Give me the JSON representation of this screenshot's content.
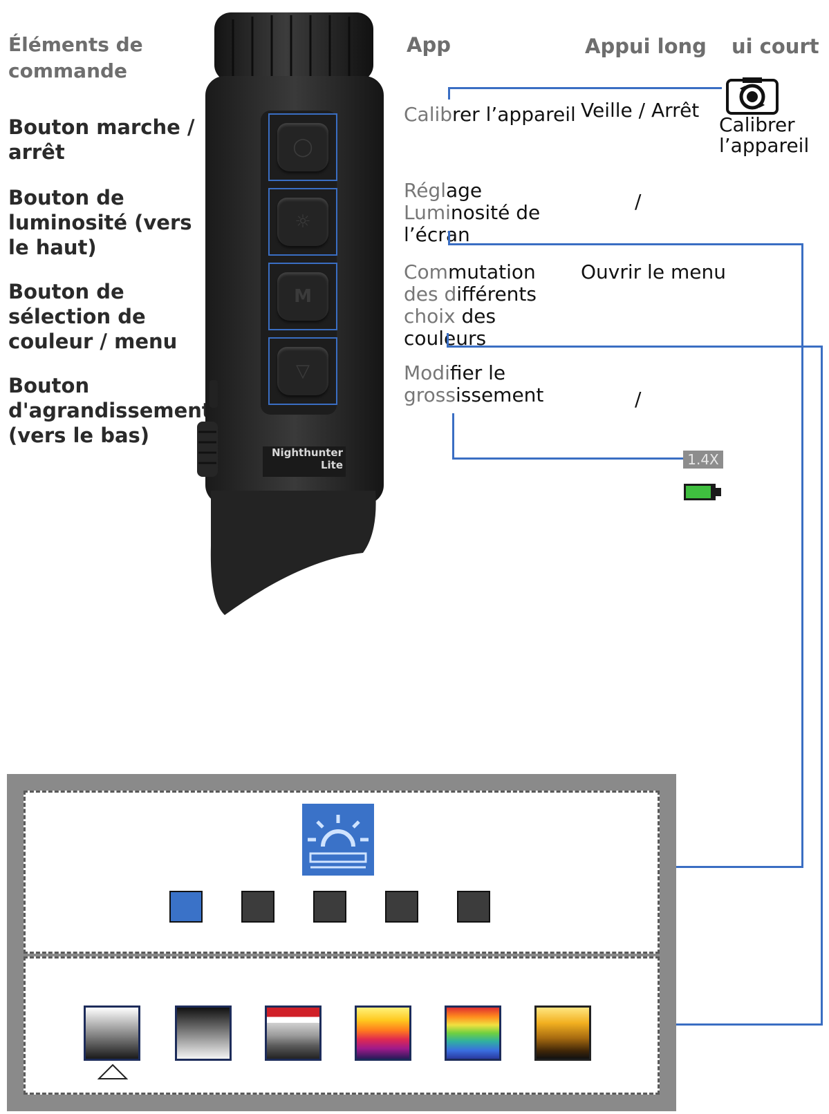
{
  "headers": {
    "elements": "Éléments de commande",
    "app": "App",
    "long_press": "Appui long",
    "short_press": "ui court"
  },
  "controls": [
    {
      "label": "Bouton marche / arrêt"
    },
    {
      "label": "Bouton de luminosité (vers le haut)"
    },
    {
      "label": "Bouton de sélection de couleur / menu"
    },
    {
      "label": "Bouton d'agrandissement (vers le bas)"
    }
  ],
  "device": {
    "brand_line1": "Nighthunter",
    "brand_line2": "Lite"
  },
  "app_rows": [
    {
      "gray": "Calib",
      "black": "rer l’appareil"
    },
    {
      "gray1": "Régl",
      "black1": "age",
      "gray2": "Lumi",
      "black2": "nosité de l’écran"
    },
    {
      "gray1": "Com",
      "black1": "mutation",
      "gray2": "des d",
      "black2": "ifférents",
      "gray3": "choix",
      "black3": " des couleurs"
    },
    {
      "gray1": "Modi",
      "black1": "fier le",
      "gray2": "gross",
      "black2": "issement"
    }
  ],
  "long_press": [
    "Veille / Arrêt",
    "/",
    "Ouvrir le menu",
    "/"
  ],
  "short_press": {
    "calibrate": "Calibrer l’appareil"
  },
  "magnification": "1.4X",
  "colors": {
    "accent": "#3a6ec3",
    "battery": "#3fbf3f",
    "panel": "#8a8a8a"
  },
  "icons": [
    "power-icon",
    "brightness-up-icon",
    "menu-m-icon",
    "zoom-down-icon",
    "calibrate-camera-icon",
    "battery-icon",
    "brightness-sun-icon",
    "warning-triangle-icon"
  ],
  "brightness_level": {
    "selected": 1,
    "total": 5
  },
  "palettes": {
    "count": 6,
    "selected": 1
  }
}
